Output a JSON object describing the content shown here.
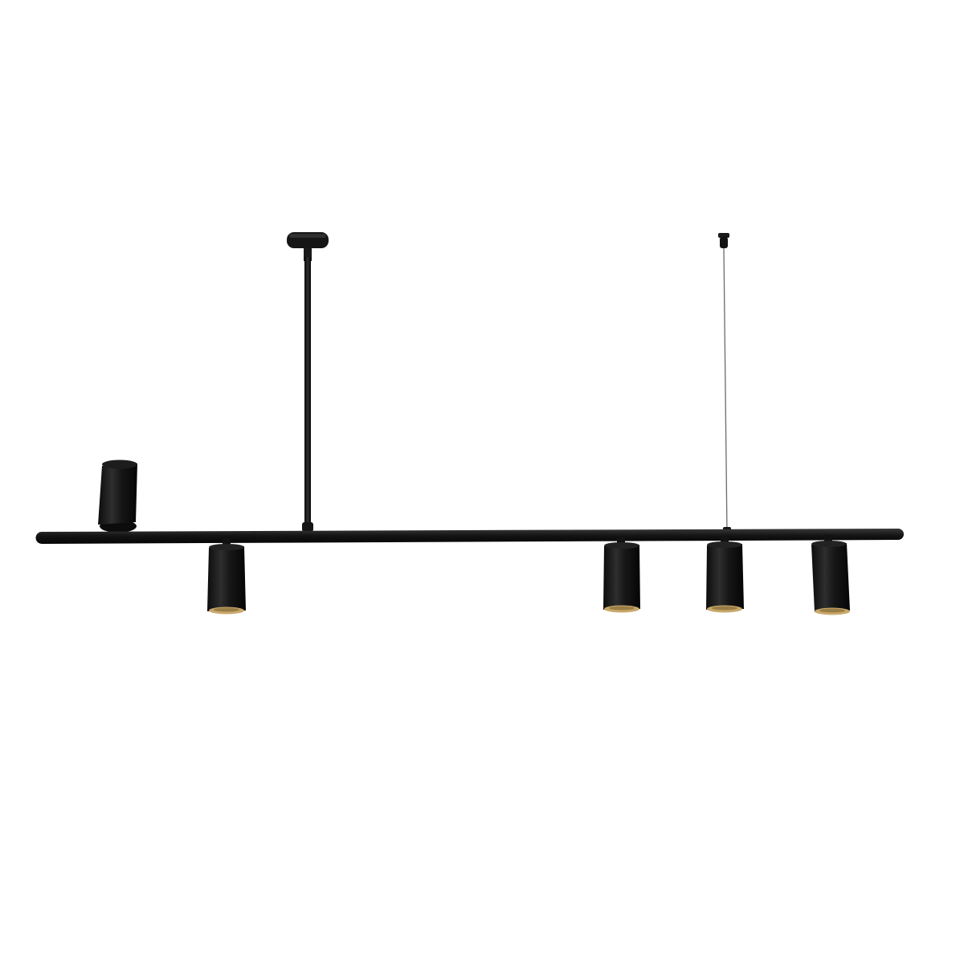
{
  "image": {
    "background_color": "#ffffff",
    "subject": "linear-pendant-light",
    "finish_color": "#141414",
    "highlight_color": "#3a3a3a",
    "lamp_interior_color": "#c9a86a",
    "cable_color": "#6b6b6b",
    "spotlights": [
      {
        "orientation": "up"
      },
      {
        "orientation": "down"
      },
      {
        "orientation": "down"
      },
      {
        "orientation": "down"
      },
      {
        "orientation": "down"
      }
    ]
  }
}
